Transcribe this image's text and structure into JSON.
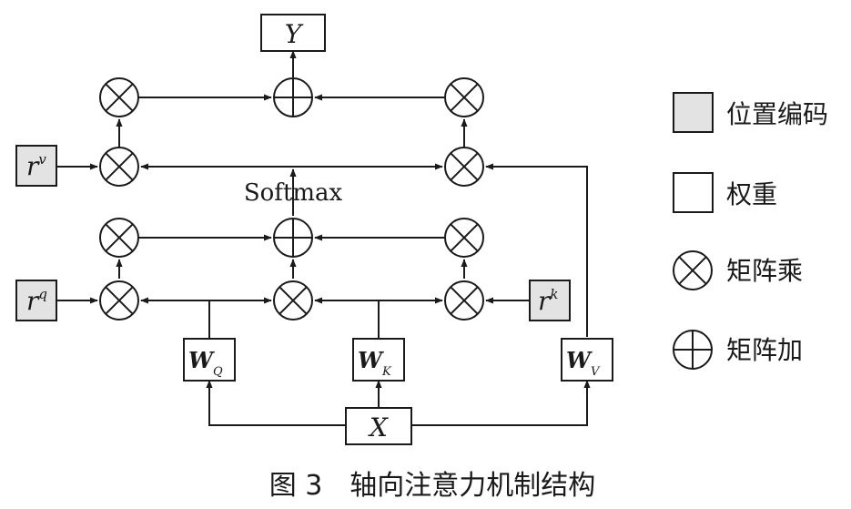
{
  "nodes": {
    "output": "Y",
    "input": "X",
    "softmax": "Softmax",
    "r_v": {
      "base": "r",
      "sup": "v"
    },
    "r_q": {
      "base": "r",
      "sup": "q"
    },
    "r_k": {
      "base": "r",
      "sup": "k"
    },
    "w_q": {
      "base": "W",
      "sub": "Q"
    },
    "w_k": {
      "base": "W",
      "sub": "K"
    },
    "w_v": {
      "base": "W",
      "sub": "V"
    }
  },
  "legend": {
    "position_encoding": "位置编码",
    "weight": "权重",
    "matrix_multiply": "矩阵乘",
    "matrix_add": "矩阵加"
  },
  "caption": "图 3　轴向注意力机制结构"
}
